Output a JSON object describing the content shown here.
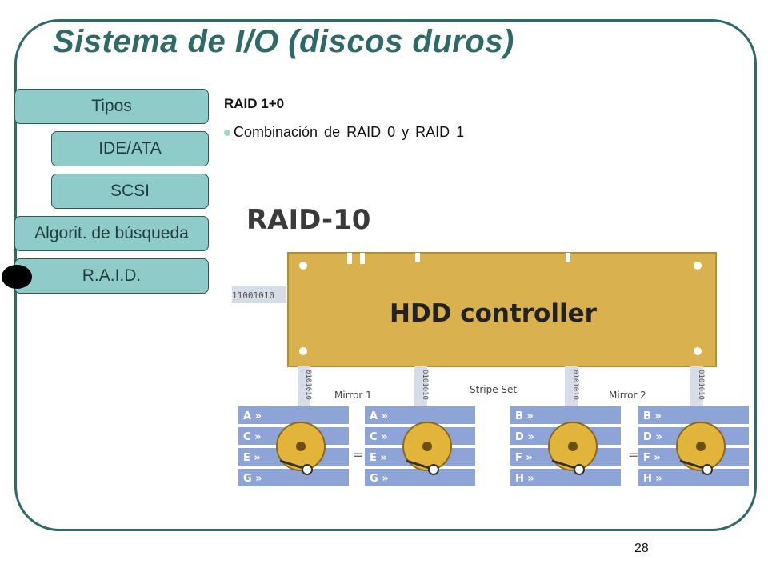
{
  "slide": {
    "title": "Sistema de I/O (discos duros)",
    "page_number": "28"
  },
  "nav": {
    "items": [
      {
        "label": "Tipos"
      },
      {
        "label": "IDE/ATA"
      },
      {
        "label": "SCSI"
      },
      {
        "label": "Algorit. de búsqueda"
      },
      {
        "label": "R.A.I.D."
      }
    ],
    "active_index": 4
  },
  "content": {
    "heading": "RAID 1+0",
    "bullet": "Combinación de RAID 0 y RAID 1"
  },
  "diagram": {
    "title": "RAID-10",
    "controller_label": "HDD controller",
    "binary_text": "11001010",
    "cable_text": "0101010",
    "labels": {
      "mirror_1": "Mirror 1",
      "stripe_set": "Stripe Set",
      "mirror_2": "Mirror 2"
    },
    "disks": [
      {
        "blocks": [
          "A",
          "C",
          "E",
          "G"
        ]
      },
      {
        "blocks": [
          "A",
          "C",
          "E",
          "G"
        ]
      },
      {
        "blocks": [
          "B",
          "D",
          "F",
          "H"
        ]
      },
      {
        "blocks": [
          "B",
          "D",
          "F",
          "H"
        ]
      }
    ],
    "equals_sign": "=",
    "colors": {
      "controller": "#d9b14e",
      "block": "#8fa4d6",
      "disk": "#e2b53a"
    }
  }
}
